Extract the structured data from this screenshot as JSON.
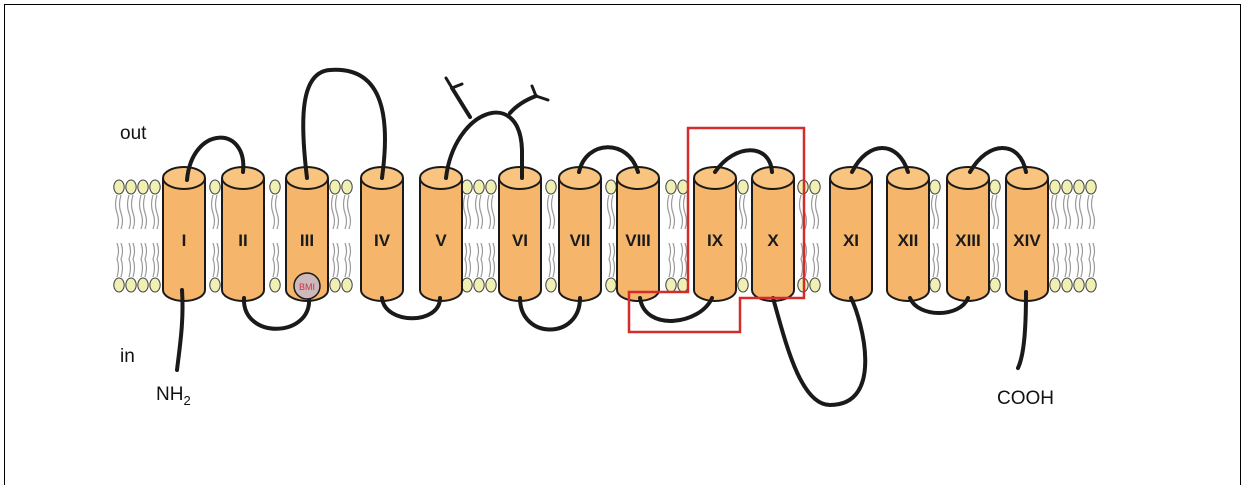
{
  "labels": {
    "out": "out",
    "in": "in",
    "n_terminus": "NH",
    "n_terminus_sub": "2",
    "c_terminus": "COOH"
  },
  "segments": [
    "I",
    "II",
    "III",
    "IV",
    "V",
    "VI",
    "VII",
    "VIII",
    "IX",
    "X",
    "XI",
    "XII",
    "XIII",
    "XIV"
  ],
  "marker": {
    "text": "BMI",
    "segment": "III"
  },
  "highlight": {
    "color": "#d42b2b",
    "segments": [
      "IX",
      "X"
    ]
  },
  "colors": {
    "helix": "#f5b56b",
    "helix_top": "#f8c47f",
    "lipid_head": "#f0f0b4",
    "outline": "#1a1a1a"
  },
  "icons": [
    "glycosylation-branch-icon"
  ]
}
